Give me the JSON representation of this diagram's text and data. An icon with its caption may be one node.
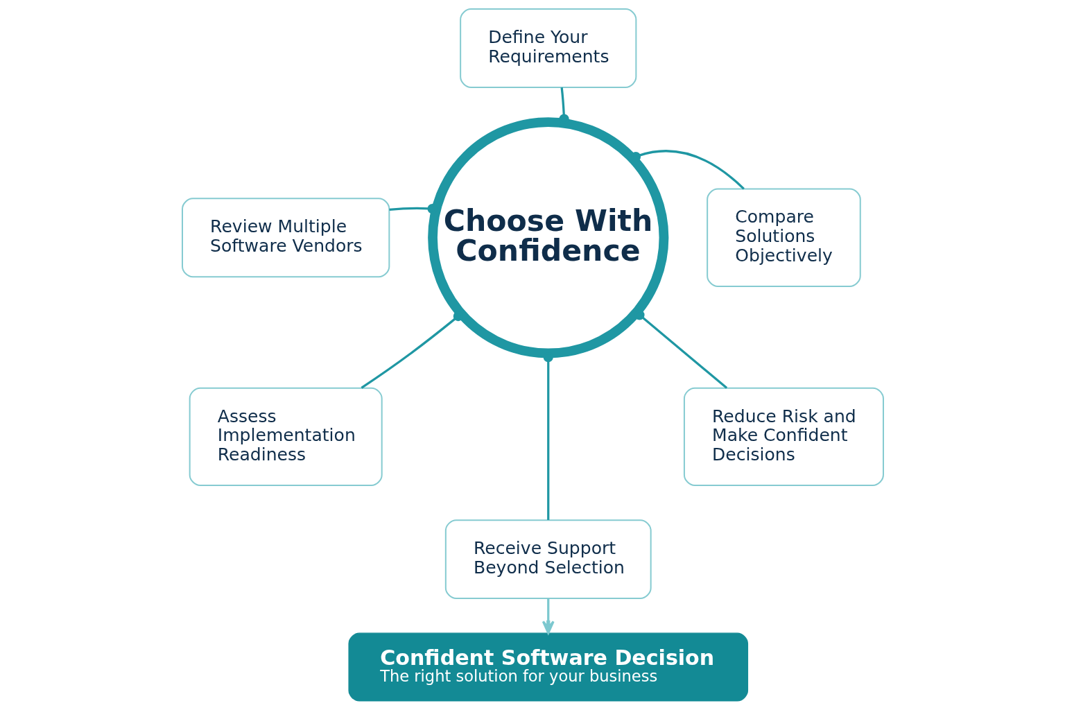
{
  "diagram": {
    "nodes": [
      {
        "text": [
          "Choose With Confidence"
        ]
      },
      {
        "text": [
          "Define Your Requirements"
        ]
      },
      {
        "text": [
          "Review Multiple Software Vendors"
        ]
      },
      {
        "text": [
          "Compare Solutions Objectively"
        ]
      },
      {
        "text": [
          "Assess Implementation Readiness"
        ]
      },
      {
        "text": [
          "Reduce Risk and Make Confident Decisions"
        ]
      },
      {
        "text": [
          "Receive Support Beyond Selection"
        ]
      },
      {
        "text": [
          "Confident Software Decision",
          "The right solution for your business"
        ]
      }
    ],
    "edges": [
      {
        "from": 0,
        "to": 1,
        "arrow": "other"
      },
      {
        "from": 0,
        "to": 2,
        "arrow": "other"
      },
      {
        "from": 0,
        "to": 3,
        "arrow": "other"
      },
      {
        "from": 0,
        "to": 4,
        "arrow": "other"
      },
      {
        "from": 0,
        "to": 5,
        "arrow": "other"
      },
      {
        "from": 0,
        "to": 6,
        "arrow": "other"
      },
      {
        "from": 6,
        "to": 7,
        "arrow": "to",
        "color": "#7cc8cf"
      }
    ]
  }
}
